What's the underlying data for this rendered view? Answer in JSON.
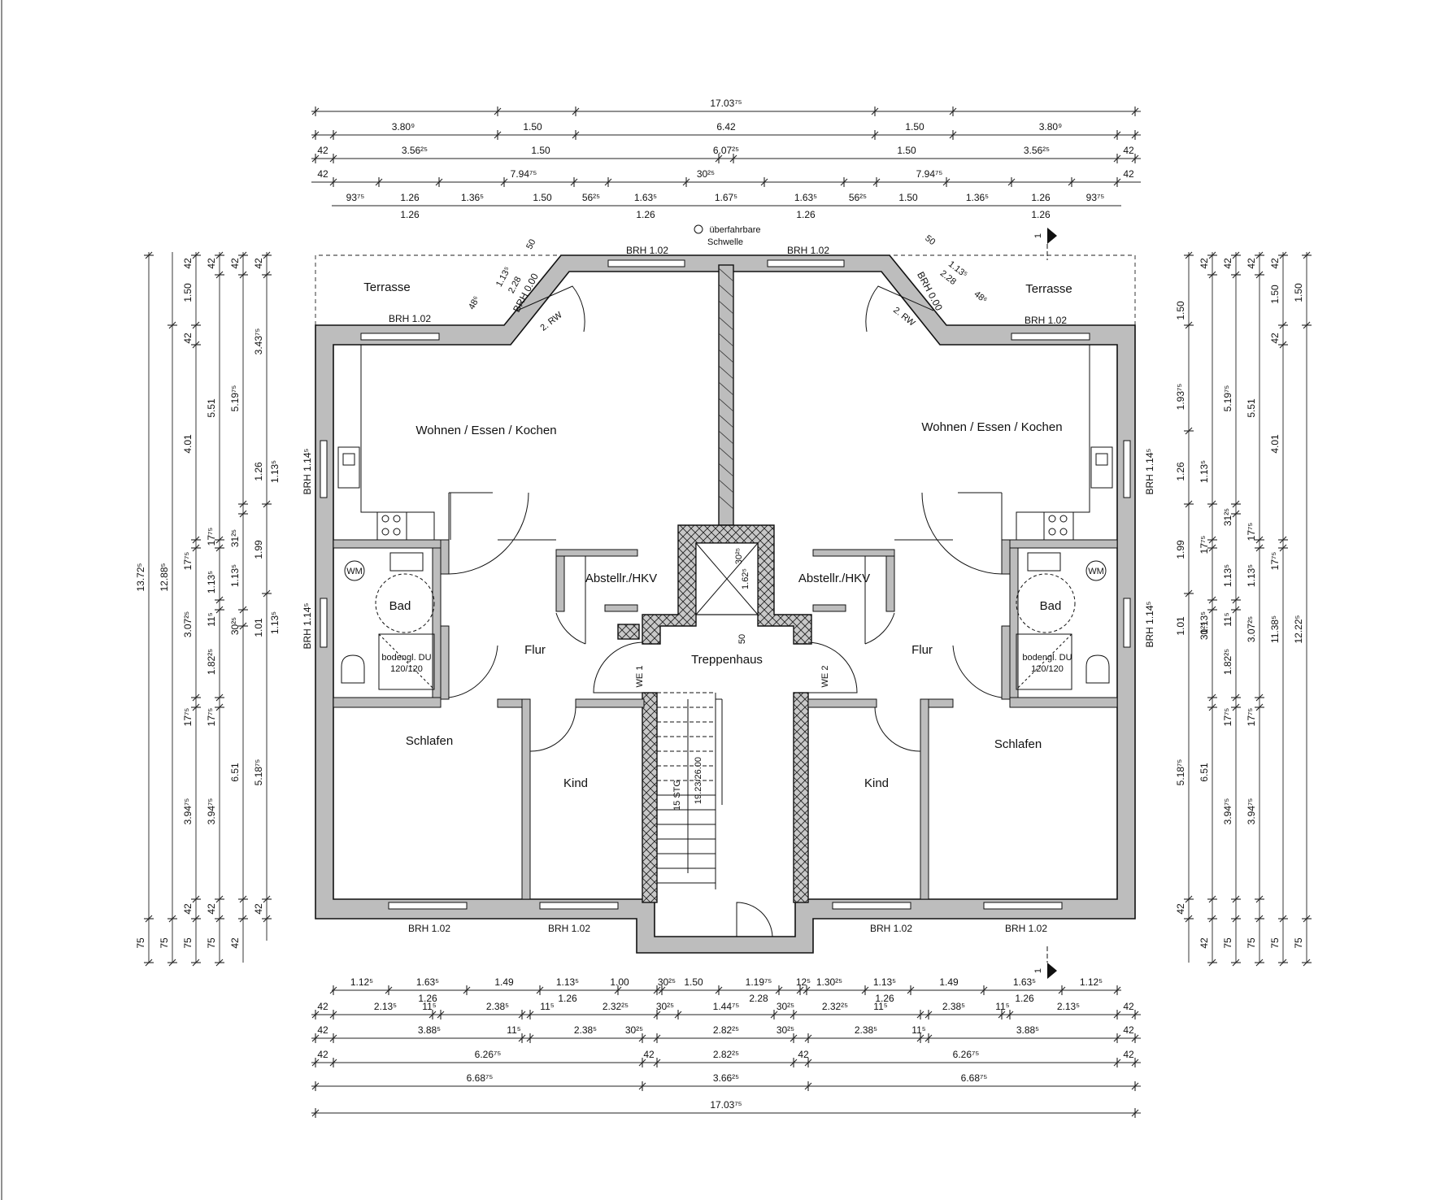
{
  "rooms": {
    "terrasse_l": "Terrasse",
    "terrasse_r": "Terrasse",
    "wohnen_l": "Wohnen / Essen / Kochen",
    "wohnen_r": "Wohnen / Essen / Kochen",
    "abstell_l": "Abstellr./HKV",
    "abstell_r": "Abstellr./HKV",
    "bad_l": "Bad",
    "bad_r": "Bad",
    "flur_l": "Flur",
    "flur_r": "Flur",
    "treppenhaus": "Treppenhaus",
    "schlafen_l": "Schlafen",
    "schlafen_r": "Schlafen",
    "kind_l": "Kind",
    "kind_r": "Kind",
    "we1": "WE 1",
    "we2": "WE 2",
    "wm": "WM",
    "dusche_1": "bodengl. DU",
    "dusche_2": "120/120",
    "rw_l": "2. RW",
    "rw_r": "2. RW",
    "schwelle_1": "überfahrbare",
    "schwelle_2": "Schwelle",
    "stairs_1": "15 STG",
    "stairs_2": "19.23/26.00",
    "section": "1"
  },
  "brh": {
    "b102": "BRH 1.02",
    "b1145": "BRH 1.14⁵",
    "b000": "BRH 0.00"
  },
  "dims": {
    "top_total": "17.03⁷⁵",
    "top_r1": [
      "3.80⁹",
      "1.50",
      "6.42",
      "1.50",
      "3.80⁹"
    ],
    "top_r2": [
      "42",
      "3.56²⁵",
      "1.50",
      "6.07²⁵",
      "1.50",
      "3.56²⁵",
      "42"
    ],
    "top_r3": [
      "42",
      "7.94⁷⁵",
      "30²⁵",
      "7.94⁷⁵",
      "42"
    ],
    "top_r4": [
      "93⁷⁵",
      "1.26",
      "1.36⁵",
      "1.50",
      "56²⁵",
      "1.63⁵",
      "1.67⁵",
      "1.63⁵",
      "56²⁵",
      "1.50",
      "1.36⁵",
      "1.26",
      "93⁷⁵"
    ],
    "top_r4b": [
      "1.26",
      "1.26",
      "1.26",
      "1.26"
    ],
    "bot_r1": [
      "1.12⁵",
      "1.63⁵",
      "1.49",
      "1.13⁵",
      "1.00",
      "30²⁵",
      "1.50",
      "1.19⁷⁵",
      "12⁵",
      "1.30²⁵",
      "1.13⁵",
      "1.49",
      "1.63⁵",
      "1.12⁵"
    ],
    "bot_r1b": [
      "1.26",
      "1.26",
      "2.28",
      "1.26",
      "1.26"
    ],
    "bot_r2": [
      "42",
      "2.13⁵",
      "11⁵",
      "2.38⁵",
      "11⁵",
      "2.32²⁵",
      "30²⁵",
      "1.44⁷⁵",
      "30²⁵",
      "2.32²⁵",
      "11⁵",
      "2.38⁵",
      "11⁵",
      "2.13⁵",
      "42"
    ],
    "bot_r3": [
      "42",
      "3.88⁵",
      "11⁵",
      "2.38⁵",
      "30²⁵",
      "2.82²⁵",
      "30²⁵",
      "2.38⁵",
      "11⁵",
      "3.88⁵",
      "42"
    ],
    "bot_r4": [
      "42",
      "6.26⁷⁵",
      "42",
      "2.82²⁵",
      "42",
      "6.26⁷⁵",
      "42"
    ],
    "bot_r5": [
      "6.68⁷⁵",
      "3.66²⁵",
      "6.68⁷⁵"
    ],
    "bot_total": "17.03⁷⁵",
    "left_c1": [
      "13.72⁵",
      "75"
    ],
    "left_c2": [
      "12.88⁵",
      "75"
    ],
    "left_c3": [
      "42",
      "1.50",
      "42",
      "4.01",
      "17⁷⁵",
      "3.07²⁵",
      "17⁷⁵",
      "3.94⁷⁵",
      "42",
      "75"
    ],
    "left_c4": [
      "42",
      "5.51",
      "17⁷⁵",
      "1.13⁵",
      "11⁵",
      "1.82²⁵",
      "17⁷⁵",
      "3.94⁷⁵",
      "42",
      "75"
    ],
    "left_c5": [
      "42",
      "5.19⁷⁵",
      "31²⁵",
      "1.13⁵",
      "30²⁵",
      "6.51",
      "42"
    ],
    "left_c6": [
      "42",
      "3.43⁷⁵",
      "1.26",
      "1.99",
      "1.01",
      "5.18⁷⁵",
      "42"
    ],
    "left_c7": [
      "1.13⁵",
      "1.13⁵"
    ],
    "right_c1": [
      "1.50",
      "1.93⁷⁵",
      "1.26",
      "1.99",
      "1.01",
      "5.18⁷⁵",
      "42"
    ],
    "right_c2": [
      "42",
      "1.13⁵",
      "17⁷⁵",
      "1.13⁵",
      "30²⁵",
      "6.51",
      "42"
    ],
    "right_c3": [
      "42",
      "5.19⁷⁵",
      "31²⁵",
      "1.13⁵",
      "11⁵",
      "1.82²⁵",
      "17⁷⁵",
      "3.94⁷⁵",
      "75"
    ],
    "right_c4": [
      "42",
      "5.51",
      "17⁷⁵",
      "1.13⁵",
      "3.07²⁵",
      "17⁷⁵",
      "3.94⁷⁵",
      "75"
    ],
    "right_c5": [
      "42",
      "1.50",
      "42",
      "4.01",
      "17⁷⁵",
      "11.38⁵",
      "75"
    ],
    "right_c6": [
      "1.50",
      "12.22⁵",
      "75"
    ],
    "diag_l": [
      "50",
      "1.13⁵",
      "2.28",
      "48⁶"
    ],
    "diag_r": [
      "50",
      "1.13⁵",
      "2.28",
      "48⁶"
    ],
    "stair_dims": [
      "1.62⁵",
      "30²⁵",
      "50"
    ]
  }
}
